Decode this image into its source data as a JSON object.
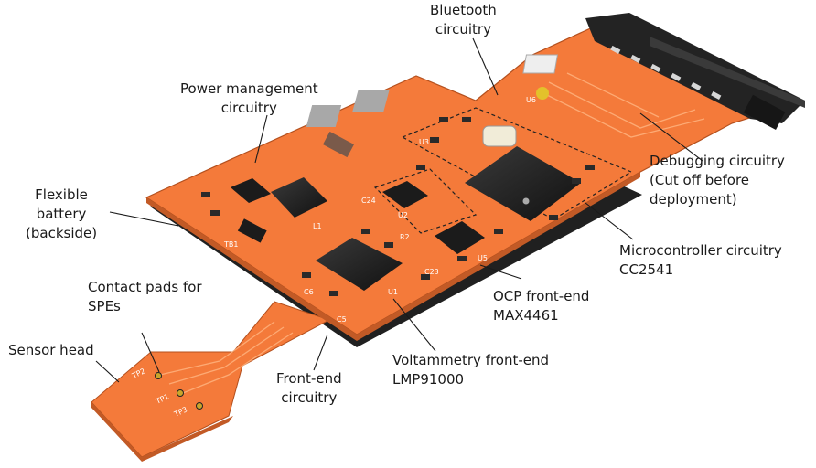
{
  "labels": {
    "bluetooth": "Bluetooth\ncircuitry",
    "power": "Power management\ncircuitry",
    "battery": "Flexible\nbattery\n(backside)",
    "debugging": "Debugging circuitry\n(Cut off before\ndeployment)",
    "microcontroller": "Microcontroller circuitry\nCC2541",
    "contact_pads": "Contact pads for\nSPEs",
    "sensor_head": "Sensor head",
    "ocp": "OCP front-end\nMAX4461",
    "voltammetry": "Voltammetry front-end\nLMP91000",
    "frontend": "Front-end\ncircuitry"
  },
  "silkscreen": {
    "tp1": "TP1",
    "tp2": "TP2",
    "tp3": "TP3",
    "l1": "L1",
    "u1": "U1",
    "u2": "U2",
    "u3": "U3",
    "u5": "U5",
    "u6": "U6",
    "c5": "C5",
    "c6": "C6",
    "c23": "C23",
    "c24": "C24",
    "r2": "R2",
    "tb1": "TB1"
  },
  "colors": {
    "pcb": "#f47a3a",
    "pcb_edge": "#b4501e",
    "chip": "#1b1b1b",
    "connector": "#222222"
  }
}
